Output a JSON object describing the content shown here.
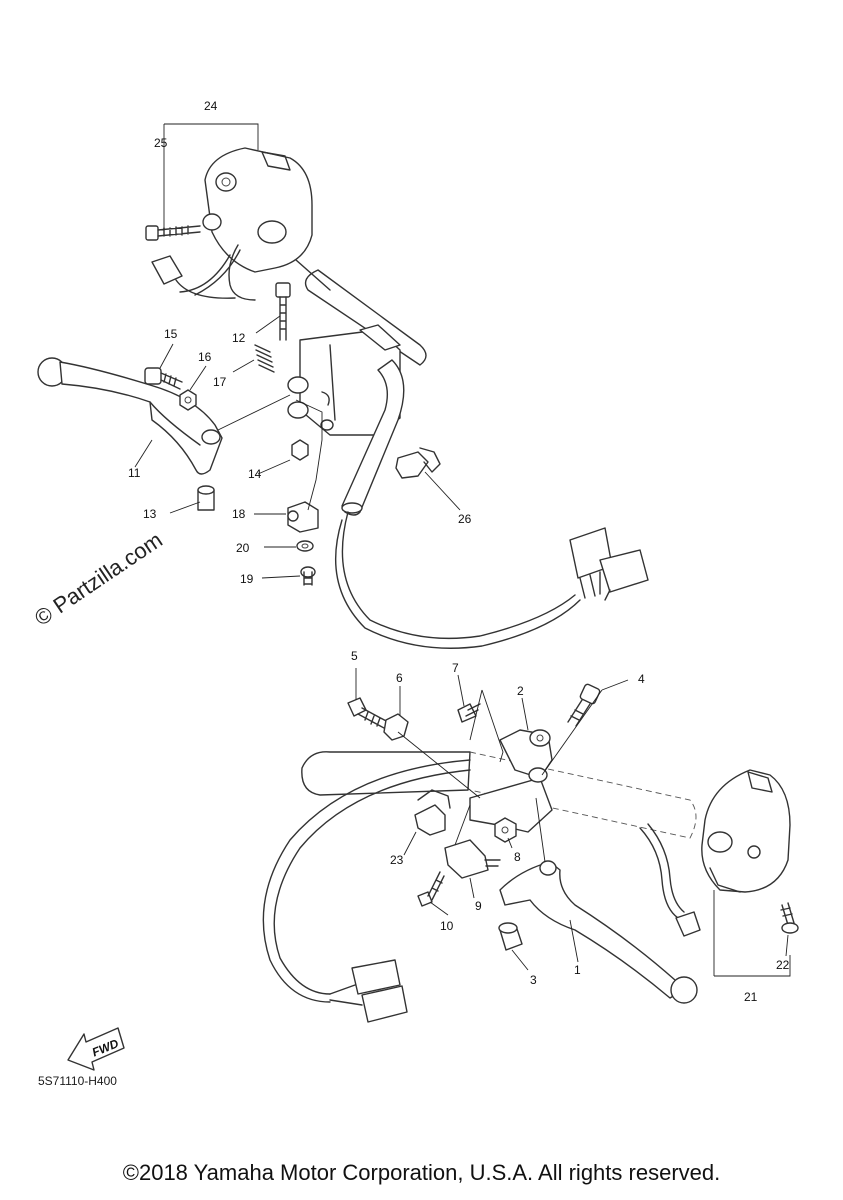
{
  "diagram": {
    "callouts": {
      "c1": "1",
      "c2": "2",
      "c3": "3",
      "c4": "4",
      "c5": "5",
      "c6": "6",
      "c7": "7",
      "c8": "8",
      "c9": "9",
      "c10": "10",
      "c11": "11",
      "c12": "12",
      "c13": "13",
      "c14": "14",
      "c15": "15",
      "c16": "16",
      "c17": "17",
      "c18": "18",
      "c19": "19",
      "c20": "20",
      "c21": "21",
      "c22": "22",
      "c23": "23",
      "c24": "24",
      "c25": "25",
      "c26": "26"
    },
    "fwd_label": "FWD",
    "reference_code": "5S71110-H400"
  },
  "watermark": "© Partzilla.com",
  "copyright": "©2018 Yamaha Motor Corporation, U.S.A. All rights reserved."
}
